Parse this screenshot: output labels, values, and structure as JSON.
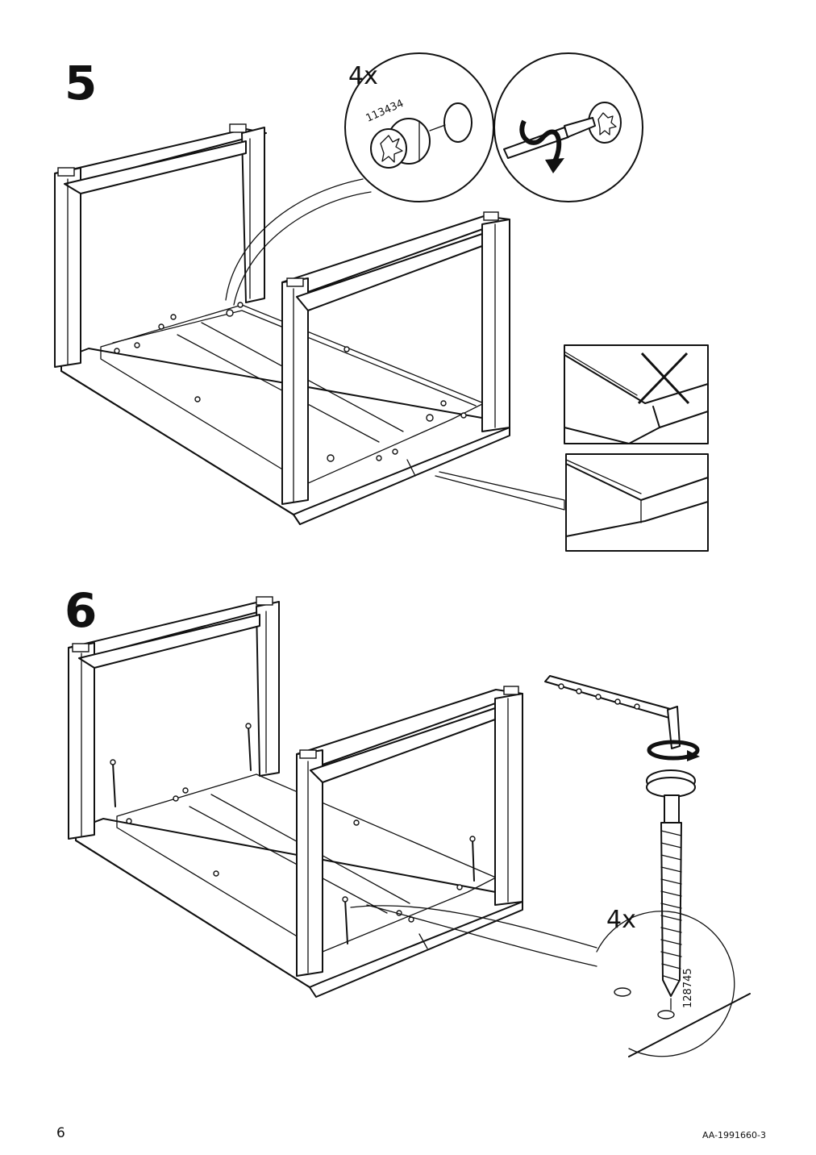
{
  "steps": [
    {
      "number": "5",
      "quantity": "4x",
      "part_number": "113434"
    },
    {
      "number": "6",
      "quantity": "4x",
      "part_number": "128745"
    }
  ],
  "footer": {
    "page_number": "6",
    "document_code": "AA-1991660-3"
  },
  "icons": [
    "cam-lock-icon",
    "screwdriver-icon",
    "rotate-arrow-icon",
    "allen-key-icon",
    "screw-icon",
    "wrong-mark-icon"
  ]
}
